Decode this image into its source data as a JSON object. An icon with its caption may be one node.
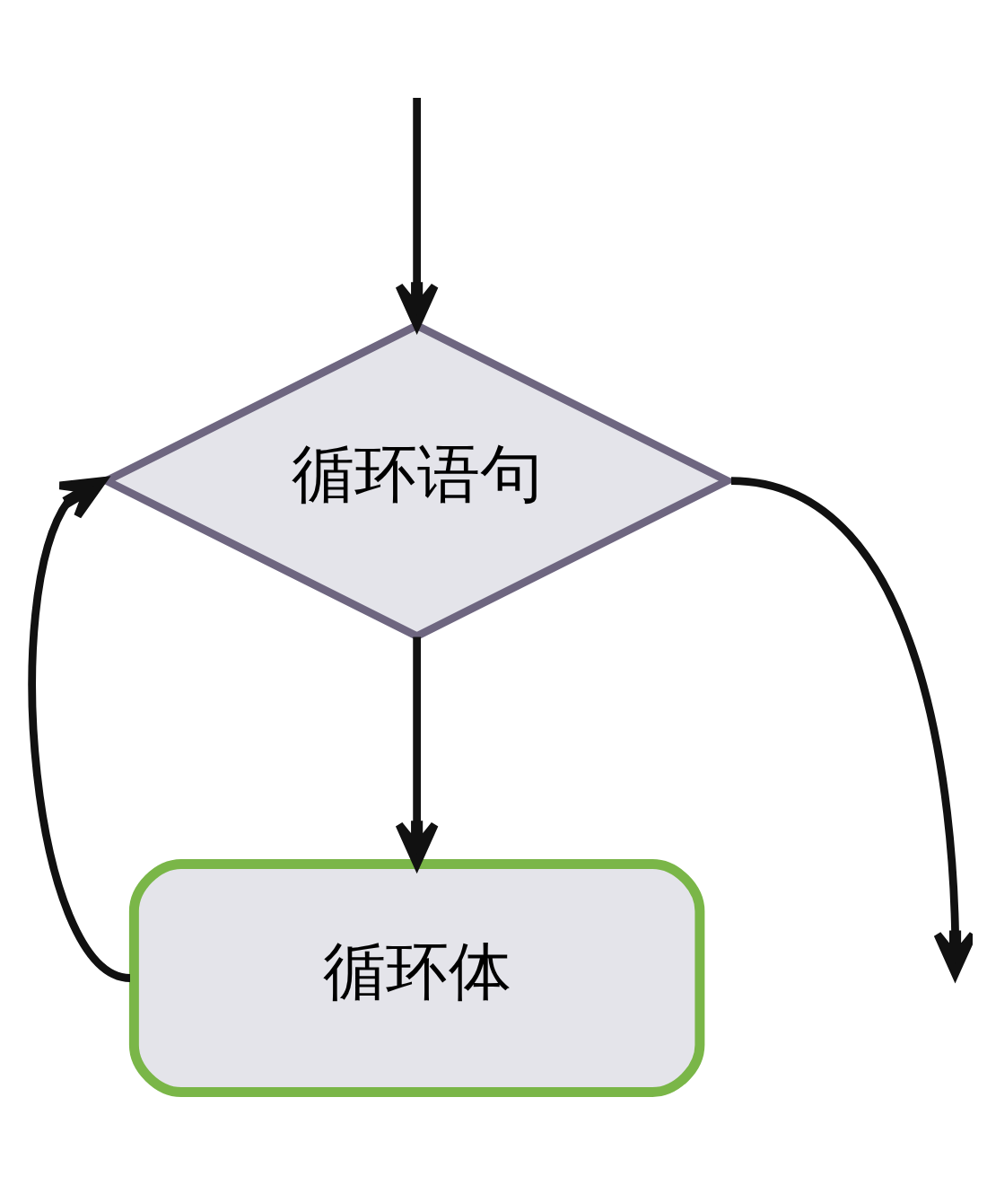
{
  "diagram": {
    "nodes": [
      {
        "text": [
          "循环语句"
        ]
      },
      {
        "text": [
          "循环体"
        ]
      }
    ],
    "edges": [
      {
        "from": 0,
        "to": null,
        "arrow": "to"
      },
      {
        "from": 0,
        "to": 1,
        "arrow": "to"
      },
      {
        "from": 1,
        "to": 0,
        "arrow": "to"
      },
      {
        "from": null,
        "to": 0,
        "arrow": "to"
      }
    ]
  }
}
